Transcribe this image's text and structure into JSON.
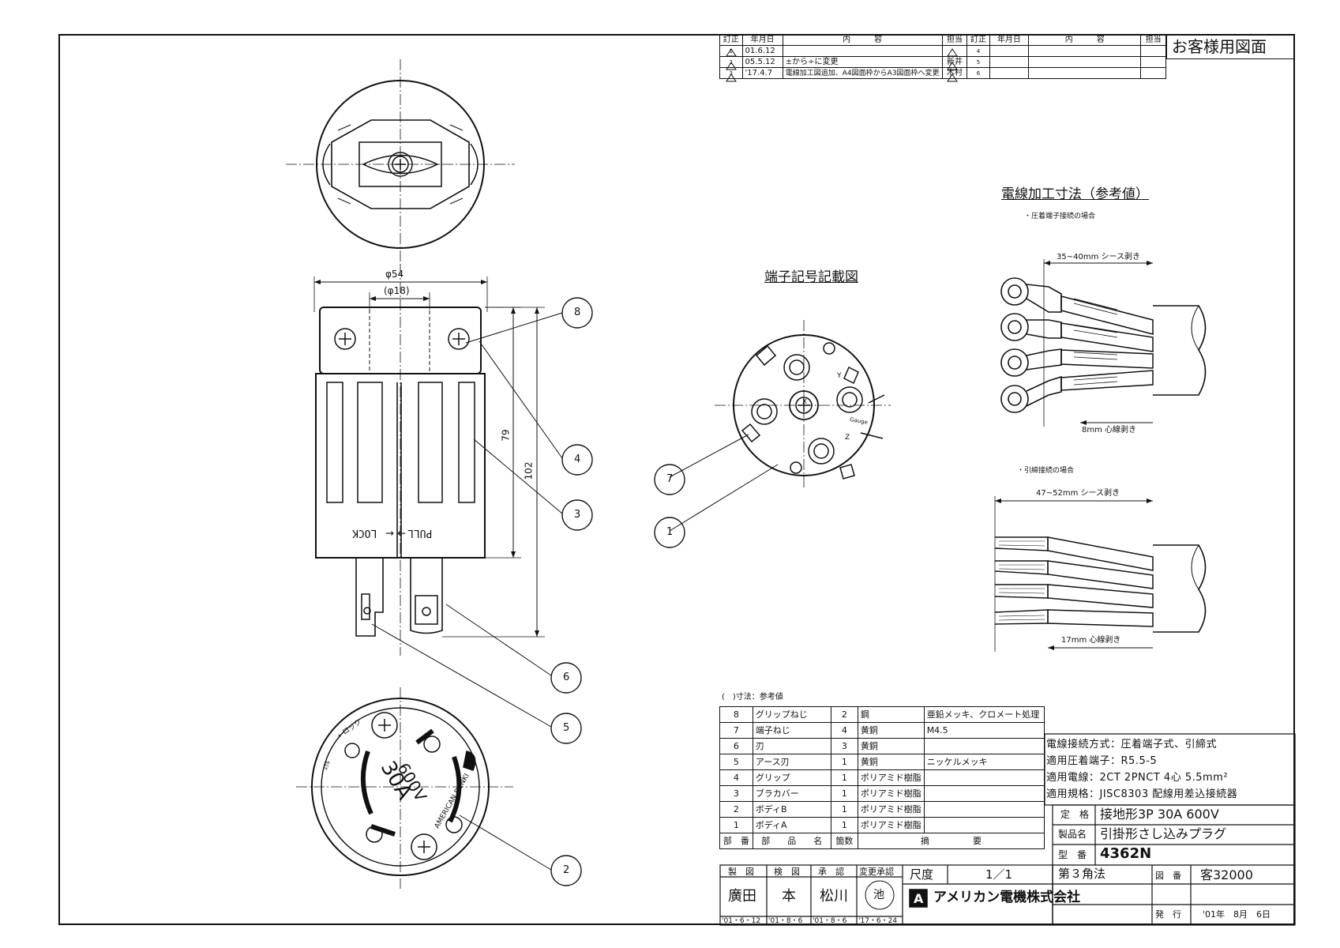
{
  "revision_table": {
    "headers": [
      "訂正",
      "年月日",
      "内　　　容",
      "担当",
      "訂正",
      "年月日",
      "内　　　容",
      "担当"
    ],
    "rows": [
      {
        "mark": "1",
        "date": "01.6.12",
        "content": "",
        "by": "",
        "mark2": "4"
      },
      {
        "mark": "2",
        "date": "05.5.12",
        "content": "±から÷に変更",
        "by": "新井",
        "mark2": "5"
      },
      {
        "mark": "3",
        "date": "'17.4.7",
        "content": "電線加工図追加、A4図面枠からA3図面枠へ変更",
        "by": "木村",
        "mark2": "6"
      }
    ]
  },
  "customer_drawing_label": "お客様用図面",
  "dimensions": {
    "diameter_outer": "φ54",
    "diameter_inner": "(φ18)",
    "height_body": "79",
    "height_total": "102"
  },
  "plug_labels": {
    "pull": "PULL",
    "lock": "LOCK",
    "rating_amp": "30A",
    "rating_volt": "600V",
    "brand": "AMERICAN DENKI",
    "lock_arrow": "←ロック",
    "unlock": "ｽｸﾙ",
    "gauge": "Gauge",
    "terminal_x": "X",
    "terminal_y": "Y",
    "terminal_z": "Z"
  },
  "callouts": [
    "1",
    "2",
    "3",
    "4",
    "5",
    "6",
    "7",
    "8"
  ],
  "terminal_diagram_title": "端子記号記載図",
  "wire_processing": {
    "title": "電線加工寸法（参考値）",
    "crimp_note": "・圧着端子接続の場合",
    "crimp_sheath": "35~40mm シース剥き",
    "crimp_core": "8mm 心線剥き",
    "screw_note": "・引締接続の場合",
    "screw_sheath": "47~52mm シース剥き",
    "screw_core": "17mm 心線剥き"
  },
  "bom": {
    "note": "(　)寸法：参考値",
    "rows": [
      {
        "no": "8",
        "name": "グリップねじ",
        "qty": "2",
        "material": "鋼",
        "remarks": "亜鉛メッキ、クロメート処理"
      },
      {
        "no": "7",
        "name": "端子ねじ",
        "qty": "4",
        "material": "黄銅",
        "remarks": "M4.5"
      },
      {
        "no": "6",
        "name": "刃",
        "qty": "3",
        "material": "黄銅",
        "remarks": ""
      },
      {
        "no": "5",
        "name": "アース刃",
        "qty": "1",
        "material": "黄銅",
        "remarks": "ニッケルメッキ"
      },
      {
        "no": "4",
        "name": "グリップ",
        "qty": "1",
        "material": "ポリアミド樹脂",
        "remarks": ""
      },
      {
        "no": "3",
        "name": "ブラカバー",
        "qty": "1",
        "material": "ポリアミド樹脂",
        "remarks": ""
      },
      {
        "no": "2",
        "name": "ボディB",
        "qty": "1",
        "material": "ポリアミド樹脂",
        "remarks": ""
      },
      {
        "no": "1",
        "name": "ボディA",
        "qty": "1",
        "material": "ポリアミド樹脂",
        "remarks": ""
      }
    ],
    "footer": {
      "no": "部　番",
      "name": "部　　品　　名",
      "qty": "箇数",
      "remarks": "摘　　　　　要"
    }
  },
  "specs": [
    {
      "label": "電線接続方式",
      "value": "：圧着端子式、引締式"
    },
    {
      "label": "適用圧着端子",
      "value": "：R5.5-5"
    },
    {
      "label": "適用電線",
      "value": "：2CT 2PNCT 4心 5.5mm²"
    },
    {
      "label": "適用規格",
      "value": "：JISC8303 配線用差込接続器"
    }
  ],
  "title_block": {
    "rating_label": "定　格",
    "rating_value": "接地形3P 30A 600V",
    "product_label": "製品名",
    "product_value": "引掛形さし込みプラグ",
    "model_label": "型　番",
    "model_value": "4362N",
    "roles": [
      "製　図",
      "検　図",
      "承　認",
      "変更承認"
    ],
    "names": [
      "廣田",
      "本",
      "松川",
      "池"
    ],
    "role_dates": [
      "'01・6・12",
      "'01・8・6",
      "'01・8・6",
      "'17・6・24"
    ],
    "scale_label": "尺度",
    "scale_value": "1／1",
    "projection": "第３角法",
    "drawing_no_label": "図　番",
    "drawing_no_value": "客32000",
    "issue_label": "発　行",
    "issue_value": "'01年　8月　6日",
    "company": "アメリカン電機株式会社",
    "logo_letter": "A"
  }
}
